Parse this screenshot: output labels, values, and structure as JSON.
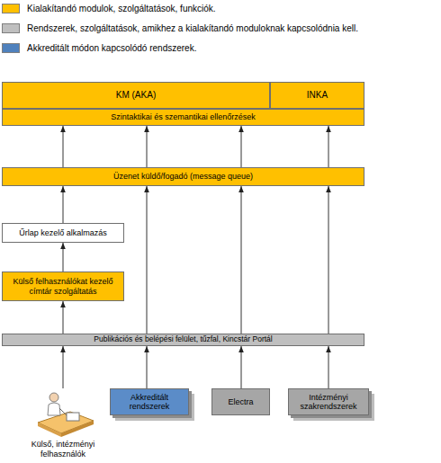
{
  "diagram": {
    "nodes": [
      {
        "text": [
          "KM (AKA)"
        ]
      },
      {
        "text": [
          "INKA"
        ]
      },
      {
        "text": [
          "Szintaktikai és szemantikai ellenőrzések"
        ]
      },
      {
        "text": [
          "Üzenet küldő/fogadó (message queue)"
        ]
      },
      {
        "text": [
          "Űrlap kezelő alkalmazás"
        ]
      },
      {
        "text": [
          "Külső felhasználókat kezelő címtár szolgáltatás"
        ]
      },
      {
        "text": [
          "Publikációs és belépési felület, tűzfal, Kincstár Portál"
        ]
      },
      {
        "text": [
          "Külső, intézményi felhasználók"
        ]
      },
      {
        "text": [
          "Akkreditált rendszerek"
        ]
      },
      {
        "text": [
          "Electra"
        ]
      },
      {
        "text": [
          "Intézményi szakrendszerek"
        ]
      }
    ],
    "edges": [
      {
        "from": 7,
        "to": 6,
        "arrow": "to"
      },
      {
        "from": 8,
        "to": 6,
        "arrow": "to"
      },
      {
        "from": 9,
        "to": 6,
        "arrow": "to"
      },
      {
        "from": 10,
        "to": 6,
        "arrow": "to"
      },
      {
        "from": 6,
        "to": 5,
        "arrow": "to"
      },
      {
        "from": 6,
        "to": 3,
        "arrow": "to"
      },
      {
        "from": 6,
        "to": 3,
        "arrow": "to"
      },
      {
        "from": 6,
        "to": 3,
        "arrow": "to"
      },
      {
        "from": 5,
        "to": 4,
        "arrow": "to"
      },
      {
        "from": 4,
        "to": 3,
        "arrow": "to"
      },
      {
        "from": 3,
        "to": 2,
        "arrow": "to"
      },
      {
        "from": 3,
        "to": 2,
        "arrow": "to"
      },
      {
        "from": 3,
        "to": 2,
        "arrow": "to"
      },
      {
        "from": 3,
        "to": 2,
        "arrow": "to"
      }
    ],
    "legend": [
      {
        "text": "Kialakítandó modulok, szolgáltatások, funkciók.",
        "color": "#ffc000"
      },
      {
        "text": "Rendszerek, szolgáltatások, amikhez a kialakítandó moduloknak kapcsolódnia kell.",
        "color": "#bfbfbf"
      },
      {
        "text": "Akkreditált módon kapcsolódó rendszerek.",
        "color": "#4f81bd"
      }
    ]
  }
}
